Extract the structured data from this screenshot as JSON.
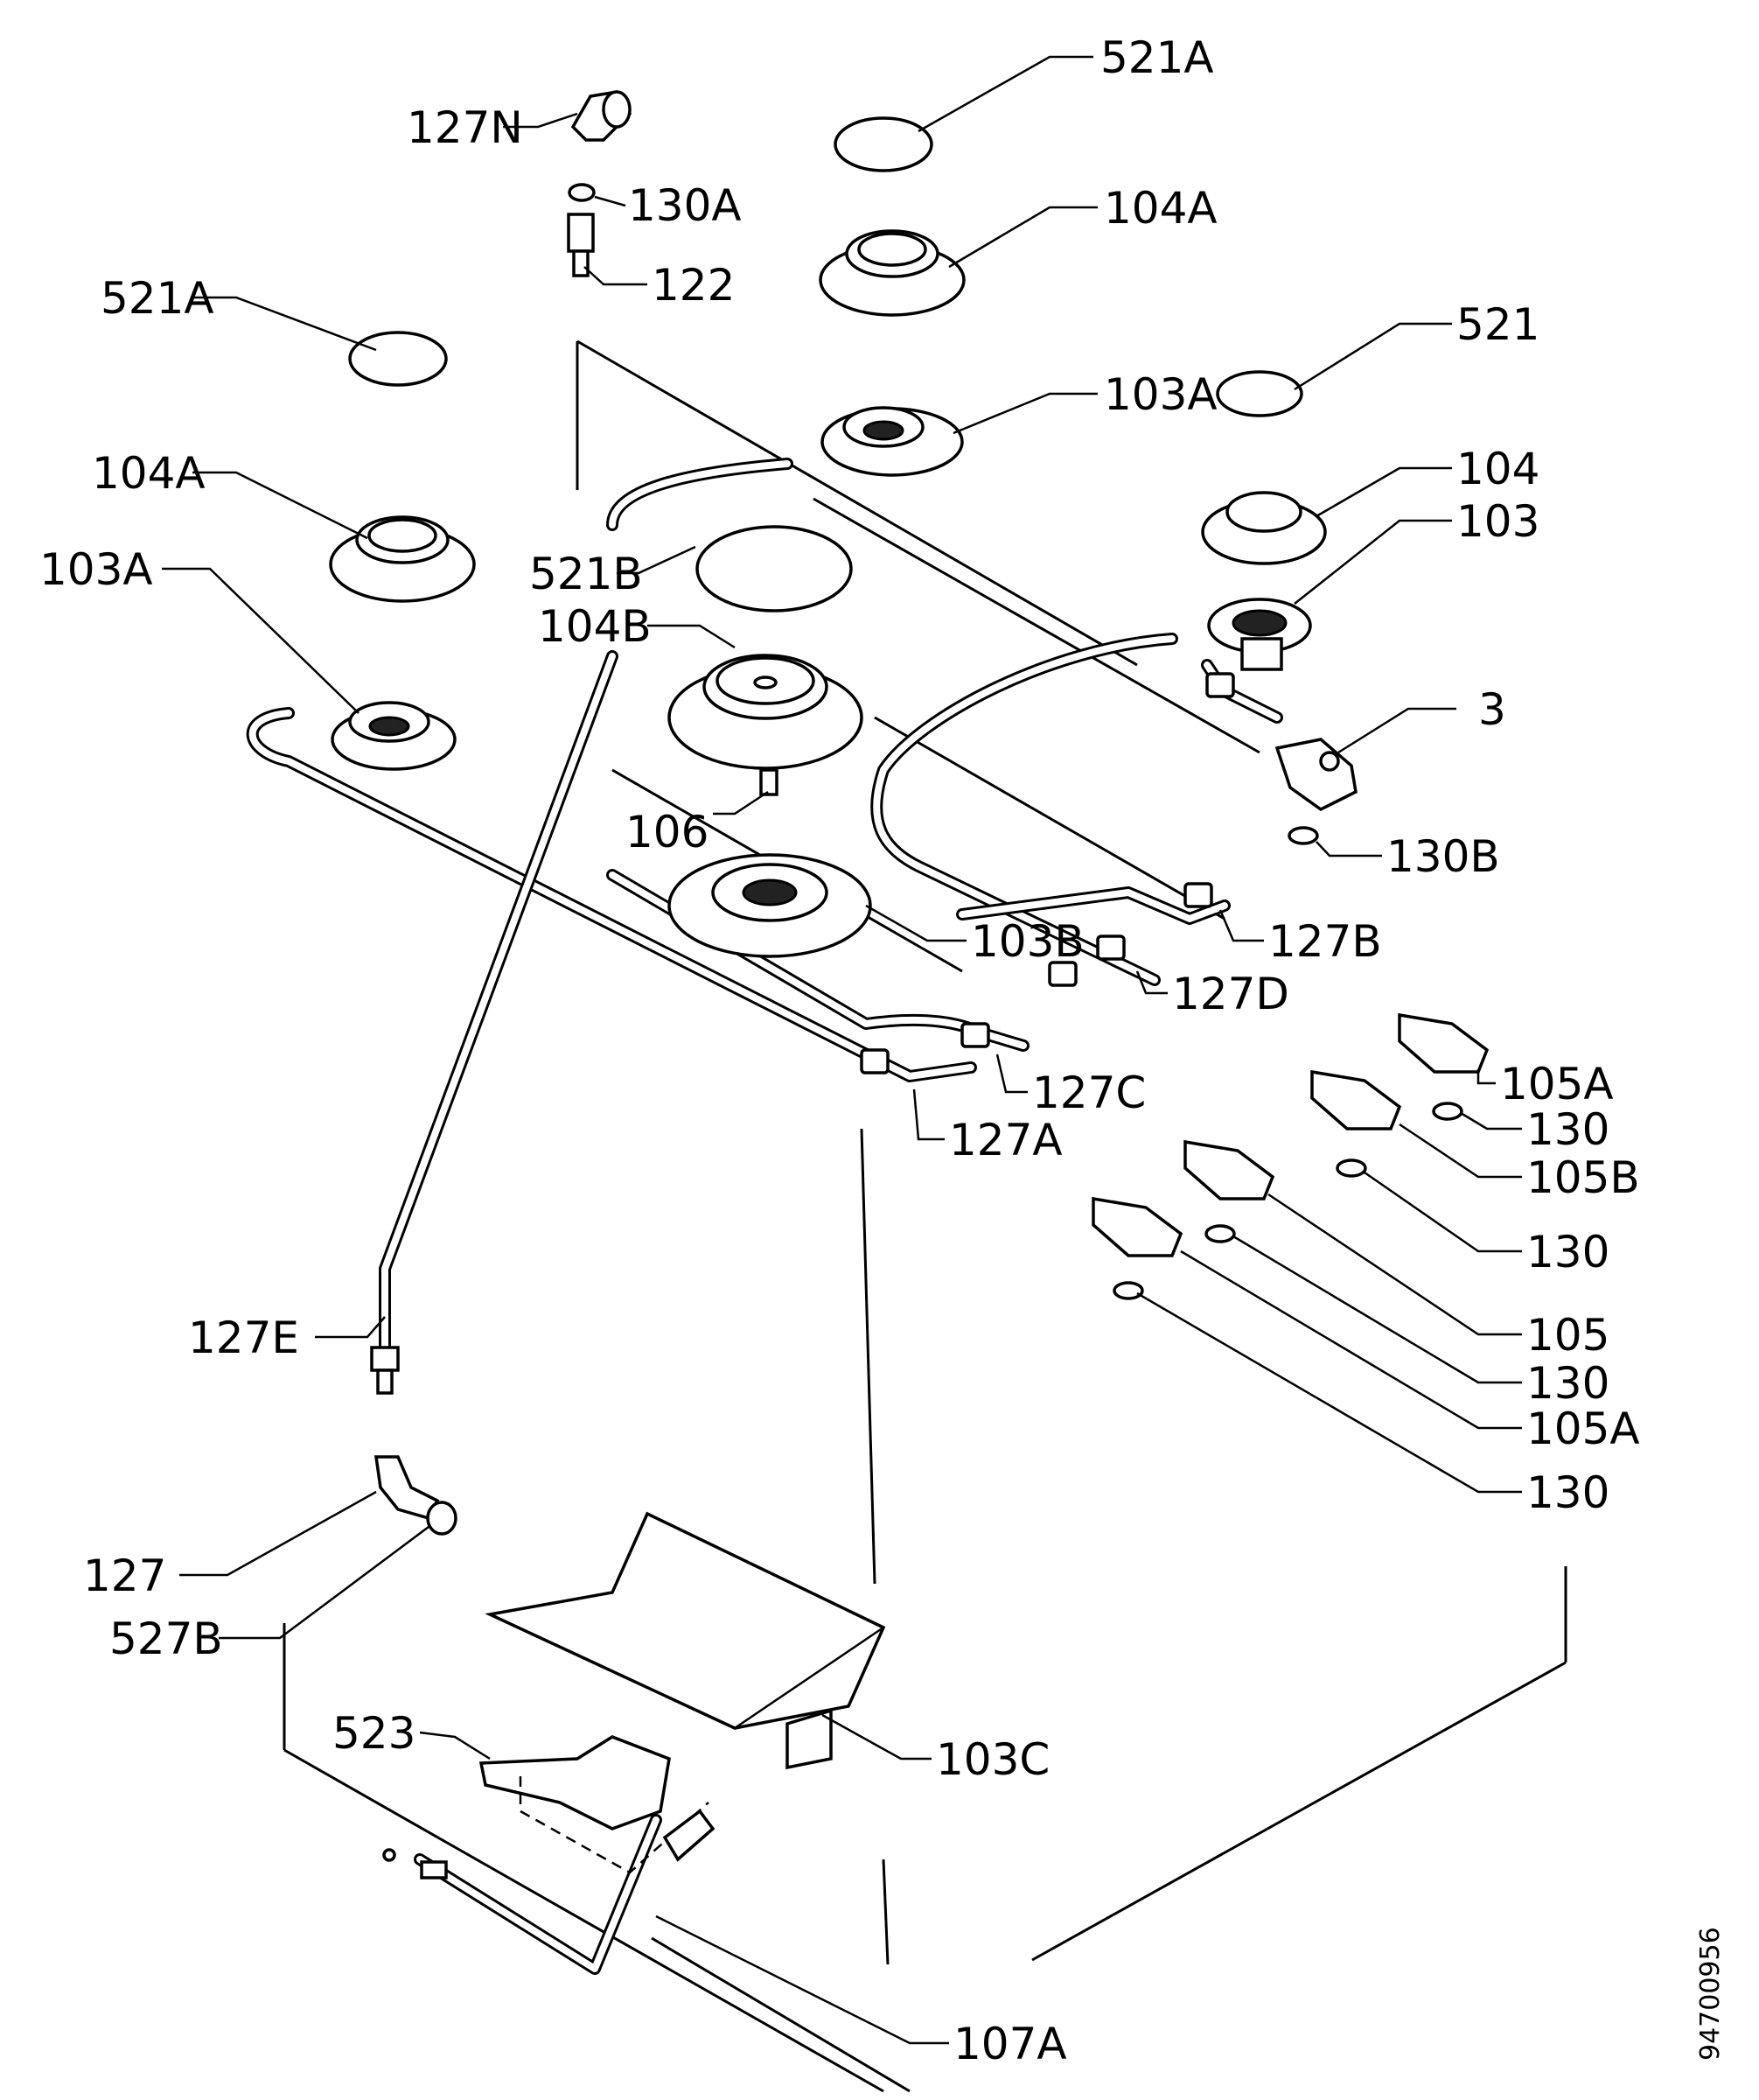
{
  "labels": {
    "l521A_top": "521A",
    "l127N": "127N",
    "l130A": "130A",
    "l122": "122",
    "l104A_top": "104A",
    "l521A_left": "521A",
    "l521": "521",
    "l103A_top": "103A",
    "l104A_left": "104A",
    "l104": "104",
    "l103": "103",
    "l103A_left": "103A",
    "l521B": "521B",
    "l104B": "104B",
    "l3": "3",
    "l106": "106",
    "l130B": "130B",
    "l103B": "103B",
    "l127B": "127B",
    "l127D": "127D",
    "l105A_top": "105A",
    "l127C": "127C",
    "l130_1": "130",
    "l127A": "127A",
    "l105B": "105B",
    "l130_2": "130",
    "l105": "105",
    "l130_3": "130",
    "l105A_bottom": "105A",
    "l127E": "127E",
    "l130_4": "130",
    "l127": "127",
    "l527B": "527B",
    "l523": "523",
    "l103C": "103C",
    "l107A": "107A"
  },
  "catalog_number": "94700956"
}
